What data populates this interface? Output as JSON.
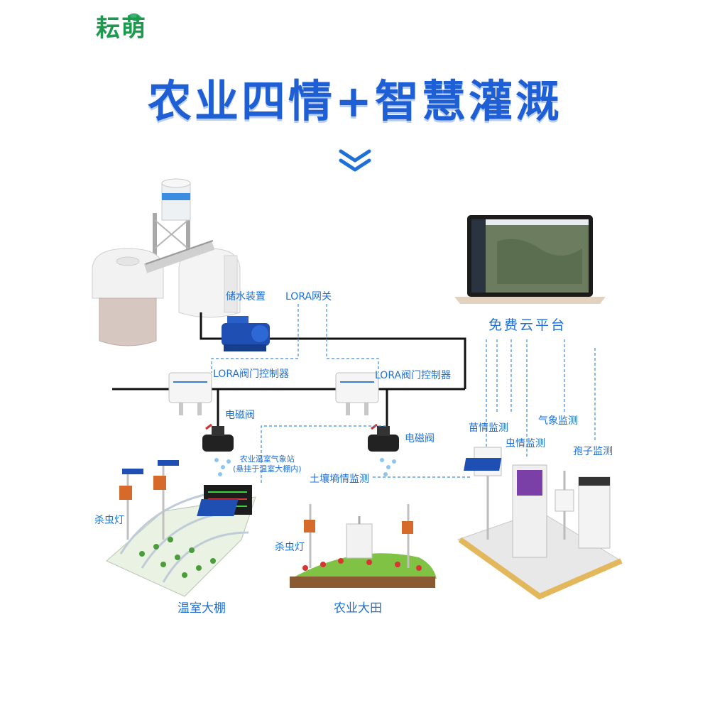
{
  "brand": {
    "name": "耘萌"
  },
  "headline": "农业四情+智慧灌溉",
  "labels": {
    "storage": "储水装置",
    "lora_gateway": "LORA网关",
    "cloud_platform": "免费云平台",
    "valve_controller_1": "LORA阀门控制器",
    "valve_controller_2": "LORA阀门控制器",
    "solenoid_valve_1": "电磁阀",
    "solenoid_valve_2": "电磁阀",
    "seedling_monitoring": "苗情监测",
    "weather_monitoring": "气象监测",
    "insect_monitoring": "虫情监测",
    "spore_monitoring": "孢子监测",
    "greenhouse_weather_line1": "农业温室气象站",
    "greenhouse_weather_line2": "(悬挂于温室大棚内)",
    "soil_moisture": "土壤墒情监测",
    "insect_lamp_1": "杀虫灯",
    "insect_lamp_2": "杀虫灯",
    "greenhouse": "温室大棚",
    "farmland": "农业大田"
  },
  "colors": {
    "accent": "#1e6fd8",
    "brand": "#1d9a4f",
    "headline": "#1e5fd6"
  }
}
